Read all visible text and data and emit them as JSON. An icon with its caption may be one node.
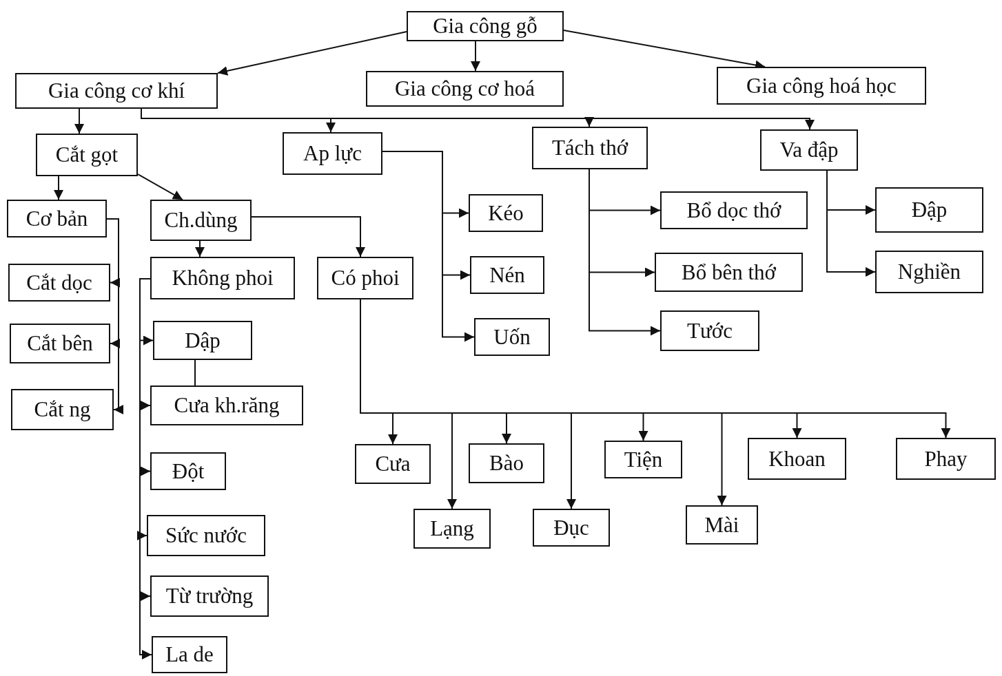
{
  "diagram": {
    "nodes": [
      {
        "text": [
          "Gia công gỗ"
        ]
      },
      {
        "text": [
          "Gia công cơ khí"
        ]
      },
      {
        "text": [
          "Gia công cơ hoá"
        ]
      },
      {
        "text": [
          "Gia công hoá học"
        ]
      },
      {
        "text": [
          "Cắt gọt"
        ]
      },
      {
        "text": [
          "Ap lực"
        ]
      },
      {
        "text": [
          "Tách thớ"
        ]
      },
      {
        "text": [
          "Va đập"
        ]
      },
      {
        "text": [
          "Cơ bản"
        ]
      },
      {
        "text": [
          "Ch.dùng"
        ]
      },
      {
        "text": [
          "Cắt dọc"
        ]
      },
      {
        "text": [
          "Không phoi"
        ]
      },
      {
        "text": [
          "Có phoi"
        ]
      },
      {
        "text": [
          "Kéo"
        ]
      },
      {
        "text": [
          "Nén"
        ]
      },
      {
        "text": [
          "Uốn"
        ]
      },
      {
        "text": [
          "Bổ dọc thớ"
        ]
      },
      {
        "text": [
          "Bổ bên thớ"
        ]
      },
      {
        "text": [
          "Tước"
        ]
      },
      {
        "text": [
          "Đập"
        ]
      },
      {
        "text": [
          "Nghiền"
        ]
      },
      {
        "text": [
          "Cắt bên"
        ]
      },
      {
        "text": [
          "Dập"
        ]
      },
      {
        "text": [
          "Cưa kh.răng"
        ]
      },
      {
        "text": [
          "Cắt ng"
        ]
      },
      {
        "text": [
          "Cưa"
        ]
      },
      {
        "text": [
          "Bào"
        ]
      },
      {
        "text": [
          "Tiện"
        ]
      },
      {
        "text": [
          "Khoan"
        ]
      },
      {
        "text": [
          "Phay"
        ]
      },
      {
        "text": [
          "Đột"
        ]
      },
      {
        "text": [
          "Lạng"
        ]
      },
      {
        "text": [
          "Đục"
        ]
      },
      {
        "text": [
          "Mài"
        ]
      },
      {
        "text": [
          "Sức nước"
        ]
      },
      {
        "text": [
          "Từ trường"
        ]
      },
      {
        "text": [
          "La de"
        ]
      }
    ],
    "edges": [
      {
        "from": 0,
        "to": 1,
        "arrow": "to"
      },
      {
        "from": 0,
        "to": 2,
        "arrow": "to"
      },
      {
        "from": 0,
        "to": 3,
        "arrow": "to"
      },
      {
        "from": 1,
        "to": 4,
        "arrow": "to"
      },
      {
        "from": 1,
        "to": 5,
        "arrow": "to"
      },
      {
        "from": 1,
        "to": 6,
        "arrow": "to"
      },
      {
        "from": 1,
        "to": 7,
        "arrow": "to"
      },
      {
        "from": 4,
        "to": 8,
        "arrow": "to"
      },
      {
        "from": 4,
        "to": 9,
        "arrow": "to"
      },
      {
        "from": 8,
        "to": 10,
        "arrow": "to"
      },
      {
        "from": 8,
        "to": 21,
        "arrow": "to"
      },
      {
        "from": 8,
        "to": 24,
        "arrow": "to"
      },
      {
        "from": 9,
        "to": 11,
        "arrow": "to"
      },
      {
        "from": 9,
        "to": 12,
        "arrow": "to"
      },
      {
        "from": 11,
        "to": 22,
        "arrow": "to"
      },
      {
        "from": 11,
        "to": 23,
        "arrow": "to"
      },
      {
        "from": 11,
        "to": 30,
        "arrow": "to"
      },
      {
        "from": 11,
        "to": 34,
        "arrow": "to"
      },
      {
        "from": 11,
        "to": 35,
        "arrow": "to"
      },
      {
        "from": 11,
        "to": 36,
        "arrow": "to"
      },
      {
        "from": 22,
        "to": 23,
        "arrow": "none"
      },
      {
        "from": 5,
        "to": 13,
        "arrow": "to"
      },
      {
        "from": 5,
        "to": 14,
        "arrow": "to"
      },
      {
        "from": 5,
        "to": 15,
        "arrow": "to"
      },
      {
        "from": 6,
        "to": 16,
        "arrow": "to"
      },
      {
        "from": 6,
        "to": 17,
        "arrow": "to"
      },
      {
        "from": 6,
        "to": 18,
        "arrow": "to"
      },
      {
        "from": 7,
        "to": 19,
        "arrow": "to"
      },
      {
        "from": 7,
        "to": 20,
        "arrow": "to"
      },
      {
        "from": 12,
        "to": 25,
        "arrow": "to"
      },
      {
        "from": 12,
        "to": 31,
        "arrow": "to"
      },
      {
        "from": 12,
        "to": 26,
        "arrow": "to"
      },
      {
        "from": 12,
        "to": 32,
        "arrow": "to"
      },
      {
        "from": 12,
        "to": 27,
        "arrow": "to"
      },
      {
        "from": 12,
        "to": 33,
        "arrow": "to"
      },
      {
        "from": 12,
        "to": 28,
        "arrow": "to"
      },
      {
        "from": 12,
        "to": 29,
        "arrow": "to"
      }
    ]
  }
}
